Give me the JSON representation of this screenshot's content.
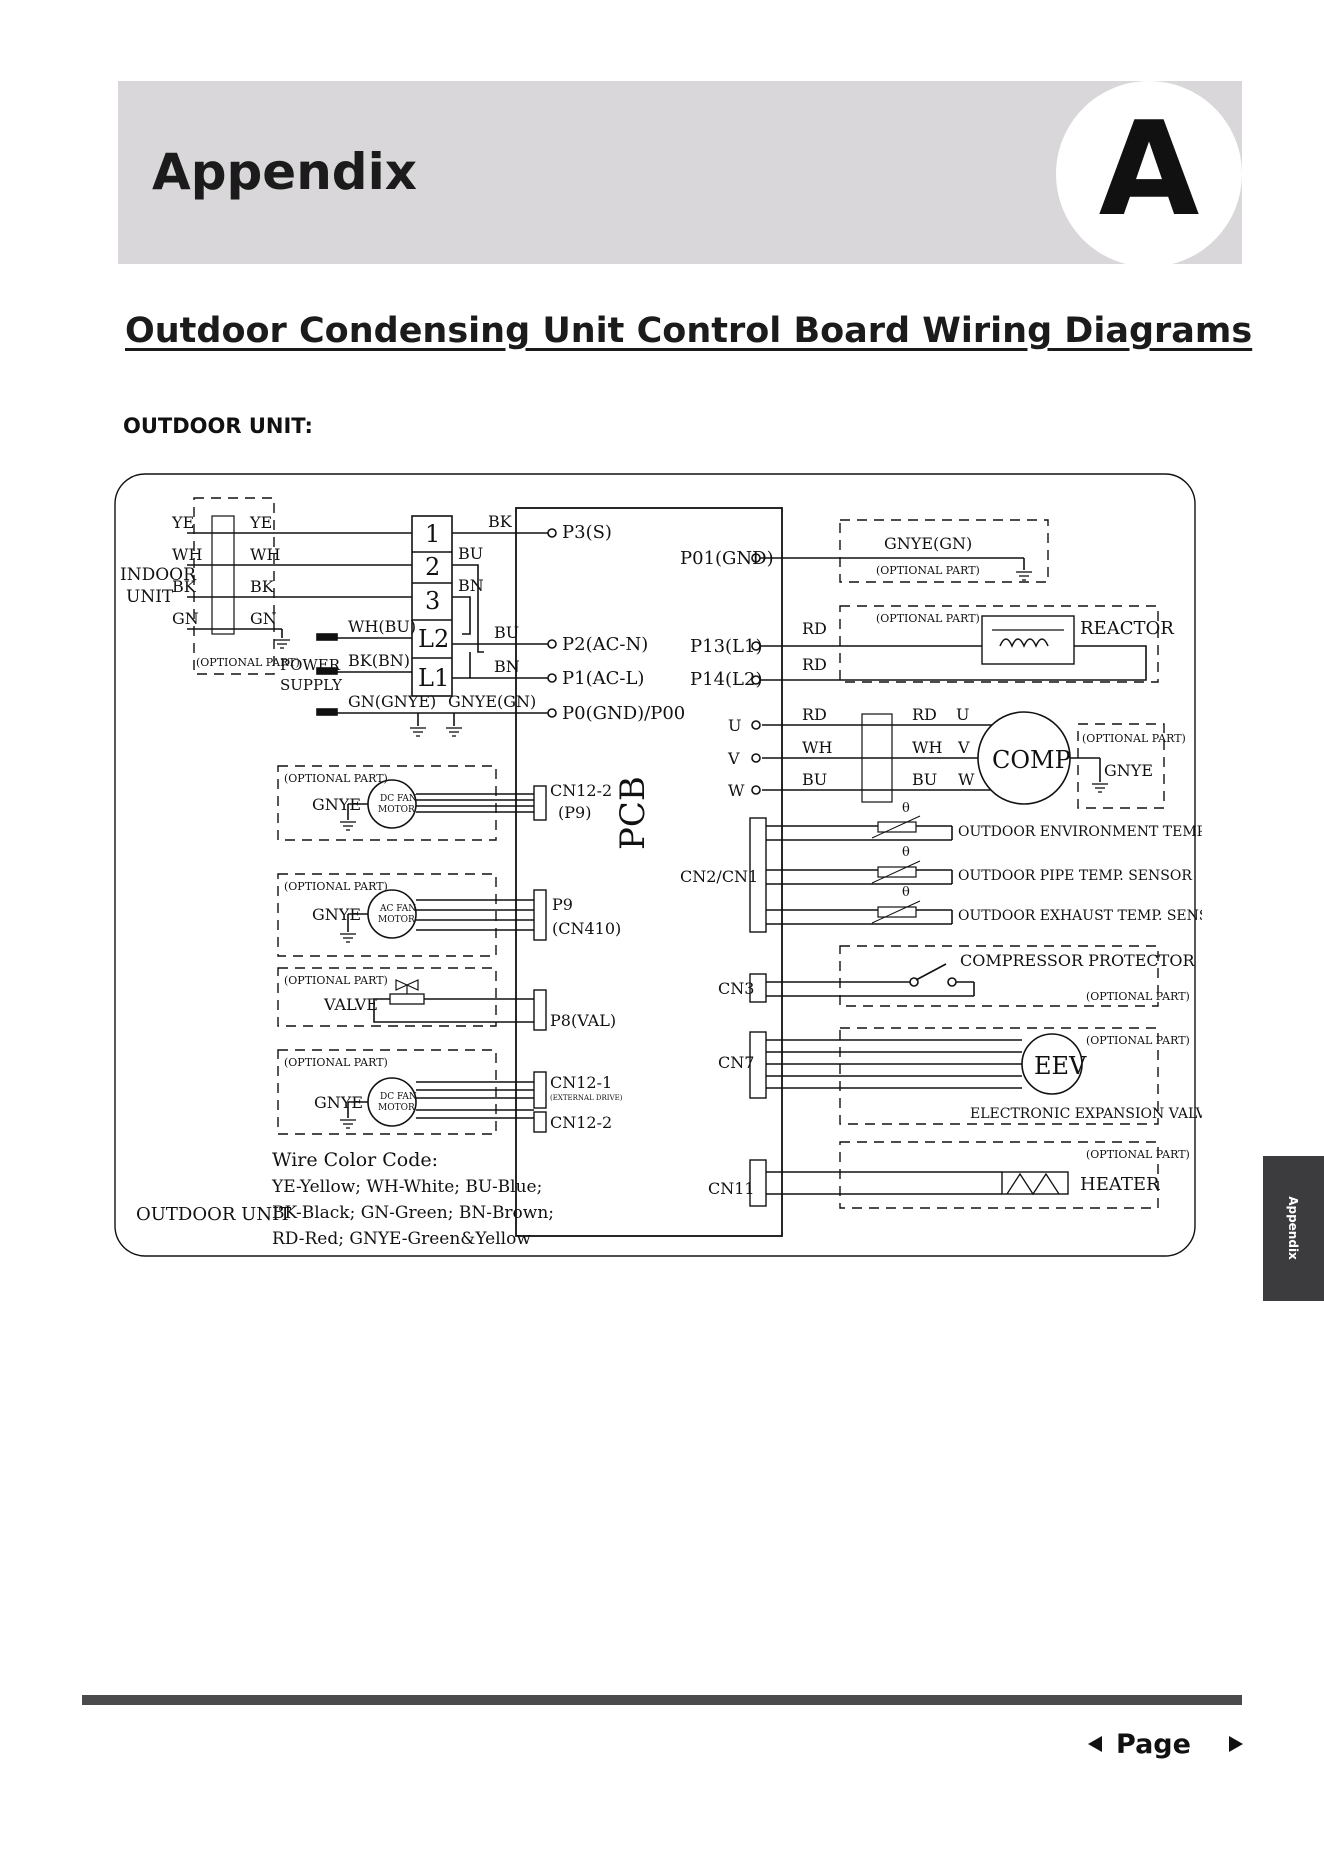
{
  "header": {
    "title": "Appendix",
    "letter": "A"
  },
  "page_title": "Outdoor Condensing Unit Control Board Wiring Diagrams",
  "section_label": "OUTDOOR UNIT:",
  "side_tab": "Appendix",
  "footer": {
    "page_label": "Page"
  },
  "diagram": {
    "indoor_unit": "INDOOR\nUNIT",
    "indoor_left_wires": [
      "YE",
      "WH",
      "BK",
      "GN"
    ],
    "indoor_right_wires": [
      "YE",
      "WH",
      "BK",
      "GN"
    ],
    "optional_part": "(OPTIONAL PART)",
    "terminals": [
      "1",
      "2",
      "3",
      "L2",
      "L1"
    ],
    "power_supply": "POWER\nSUPPLY",
    "supply_wires": [
      "WH(BU)",
      "BK(BN)",
      "GN(GNYE)"
    ],
    "term_wire_labels": {
      "bk": "BK",
      "bu": "BU",
      "bn": "BN",
      "bu2": "BU",
      "bn2": "BN",
      "gnye": "GNYE(GN)"
    },
    "pcb": "PCB",
    "pcb_left_ports": [
      "P3(S)",
      "P2(AC-N)",
      "P1(AC-L)",
      "P0(GND)/P00"
    ],
    "pcb_right_ports": [
      "P01(GND)",
      "P13(L1)",
      "P14(L2)"
    ],
    "uvw": [
      "U",
      "V",
      "W"
    ],
    "gnye_gn": "GNYE(GN)",
    "reactor": "REACTOR",
    "rd": "RD",
    "comp_wires_left": [
      "RD",
      "WH",
      "BU"
    ],
    "comp_wires_right": [
      "RD",
      "WH",
      "BU"
    ],
    "comp_uvw": [
      "U",
      "V",
      "W"
    ],
    "comp": "COMP",
    "gnye": "GNYE",
    "cn2": "CN2/CN1",
    "sensors": [
      "OUTDOOR ENVIRONMENT TEMP. SENSOR",
      "OUTDOOR PIPE TEMP. SENSOR",
      "OUTDOOR EXHAUST TEMP. SENSOR"
    ],
    "theta": "θ",
    "cn3": "CN3",
    "compressor_protector": "COMPRESSOR PROTECTOR",
    "cn7": "CN7",
    "eev": "EEV",
    "eev_label": "ELECTRONIC EXPANSION VALVE",
    "cn11": "CN11",
    "heater": "HEATER",
    "dc_fan_motor": "DC FAN\nMOTOR",
    "ac_fan_motor": "AC FAN\nMOTOR",
    "valve": "VALVE",
    "cn12_2": "CN12-2",
    "p9_sub": "(P9)",
    "p9": "P9",
    "cn410": "(CN410)",
    "p8": "P8(VAL)",
    "cn12_1": "CN12-1",
    "external_drive": "(EXTERNAL DRIVE)",
    "outdoor_unit": "OUTDOOR UNIT",
    "wire_color_code": {
      "title": "Wire Color Code:",
      "lines": [
        "YE-Yellow; WH-White;  BU-Blue;",
        "BK-Black;  GN-Green;  BN-Brown;",
        "RD-Red;     GNYE-Green&Yellow"
      ]
    }
  }
}
